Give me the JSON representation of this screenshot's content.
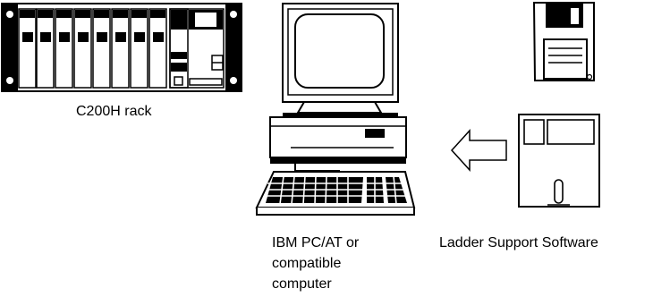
{
  "labels": {
    "rack": "C200H rack",
    "computer_line1": "IBM PC/AT or",
    "computer_line2": "compatible",
    "computer_line3": "computer",
    "software": "Ladder Support Software"
  },
  "colors": {
    "ink": "#000000",
    "paper": "#ffffff"
  }
}
